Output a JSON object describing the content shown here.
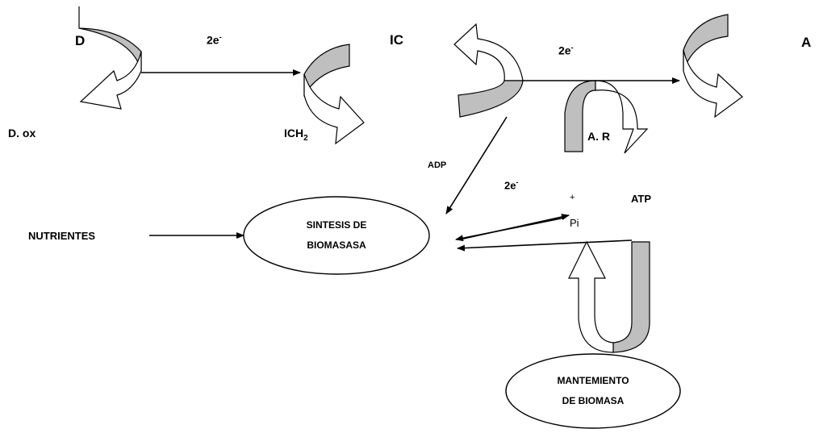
{
  "labels": {
    "d": "D",
    "d_ox": "D. ox",
    "two_e_1": "2e",
    "two_e_2": "2e",
    "two_e_3": "2e",
    "minus": "-",
    "ic": "IC",
    "ich2_base": "ICH",
    "ich2_sub": "2",
    "a": "A",
    "a_r": "A. R",
    "adp": "ADP",
    "plus": "+",
    "pi": "Pi",
    "atp": "ATP",
    "nutrientes": "NUTRIENTES"
  },
  "nodes": {
    "sintesis_line1": "SINTESIS DE",
    "sintesis_line2": "BIOMASASA",
    "mantenimiento_line1": "MANTEMIENTO",
    "mantenimiento_line2": "DE BIOMASA"
  },
  "colors": {
    "arrow_fill": "#bfbfbf",
    "outline": "#000000",
    "open_fill": "#ffffff"
  }
}
